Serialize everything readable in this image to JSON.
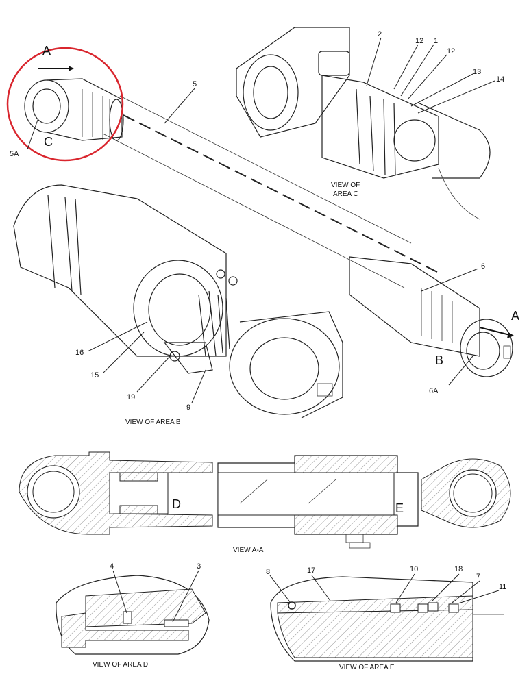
{
  "labels": {
    "view_c": [
      "VIEW OF",
      "AREA C"
    ],
    "view_b": "VIEW OF AREA B",
    "view_aa": "VIEW A-A",
    "view_d": "VIEW OF AREA D",
    "view_e": "VIEW OF AREA E",
    "A_top": "A",
    "A_right": "A",
    "B": "B",
    "C": "C",
    "D": "D",
    "E": "E"
  },
  "callouts": {
    "c1": "1",
    "c2": "2",
    "c3": "3",
    "c4": "4",
    "c5": "5",
    "c5A": "5A",
    "c6": "6",
    "c6A": "6A",
    "c7": "7",
    "c8": "8",
    "c9": "9",
    "c10": "10",
    "c11": "11",
    "c12a": "12",
    "c12b": "12",
    "c13": "13",
    "c14": "14",
    "c15": "15",
    "c16": "16",
    "c17": "17",
    "c18": "18",
    "c19": "19"
  },
  "highlight_color": "#d9262e"
}
